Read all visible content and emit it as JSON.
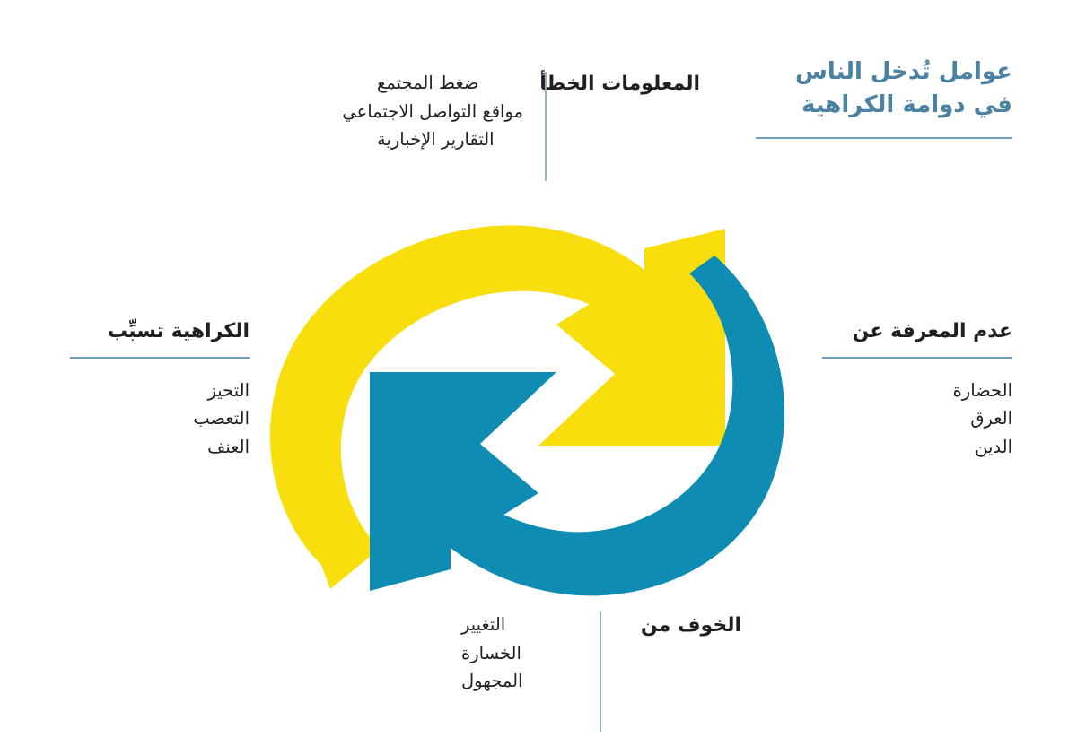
{
  "title": {
    "line1": "عوامل تُدخل الناس",
    "line2": "في دوامة الكراهية",
    "color": "#4b82a2"
  },
  "colors": {
    "yellow_arrow": "#f8de0c",
    "teal_arrow": "#0e8cb4",
    "rule": "#6e9db5",
    "rule_vertical": "#8fb4c7",
    "text": "#231f20",
    "background": "#ffffff"
  },
  "blocks": {
    "misinformation": {
      "heading": "المعلومات الخطأ",
      "items": [
        "ضغط المجتمع",
        "مواقع التواصل الاجتماعي",
        "التقارير الإخبارية"
      ]
    },
    "ignorance": {
      "heading": "عدم المعرفة عن",
      "items": [
        "الحضارة",
        "العرق",
        "الدين"
      ]
    },
    "hatred": {
      "heading": "الكراهية تسبِّب",
      "items": [
        "التحيز",
        "التعصب",
        "العنف"
      ]
    },
    "fear": {
      "heading": "الخوف من",
      "items": [
        "التغيير",
        "الخسارة",
        "المجهول"
      ]
    }
  },
  "graphic": {
    "type": "cycle-diagram",
    "description": "دائرة مكوّنة من سهمين دوّارين",
    "arrows": [
      {
        "name": "yellow-arrow",
        "color": "#f8de0c",
        "direction": "clockwise-top"
      },
      {
        "name": "teal-arrow",
        "color": "#0e8cb4",
        "direction": "clockwise-bottom"
      }
    ]
  }
}
